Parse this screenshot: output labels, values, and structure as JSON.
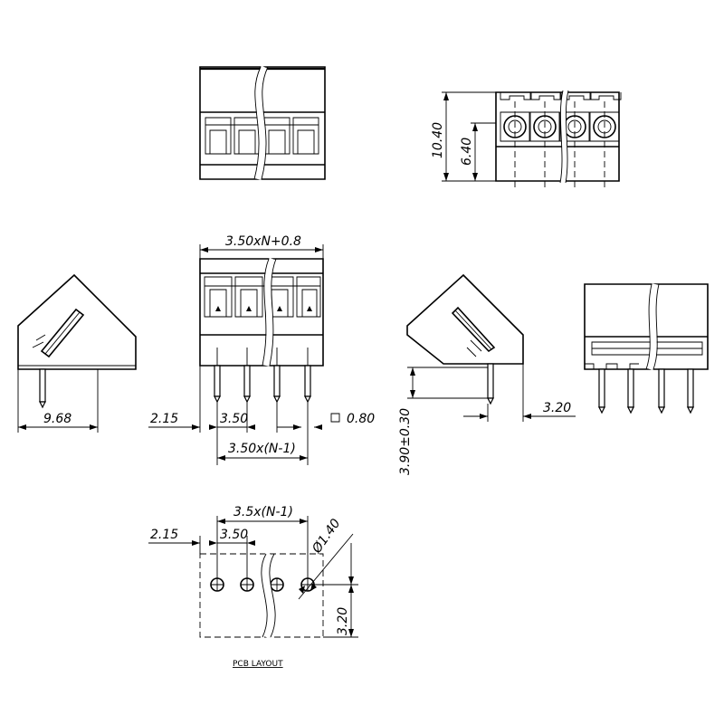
{
  "dimensions": {
    "total_width": "3.50xN+0.8",
    "height_total": "10.40",
    "height_upper": "6.40",
    "depth": "9.68",
    "edge_offset": "2.15",
    "pitch": "3.50",
    "pin_square": "0.80",
    "span": "3.50x(N-1)",
    "pin_length": "3.90±0.30",
    "side_offset": "3.20",
    "pcb_edge_offset": "2.15",
    "pcb_pitch": "3.50",
    "pcb_span": "3.5x(N-1)",
    "hole_diameter": "Ø1.40",
    "pcb_row_offset": "3.20"
  },
  "labels": {
    "pcb_layout": "PCB LAYOUT"
  }
}
